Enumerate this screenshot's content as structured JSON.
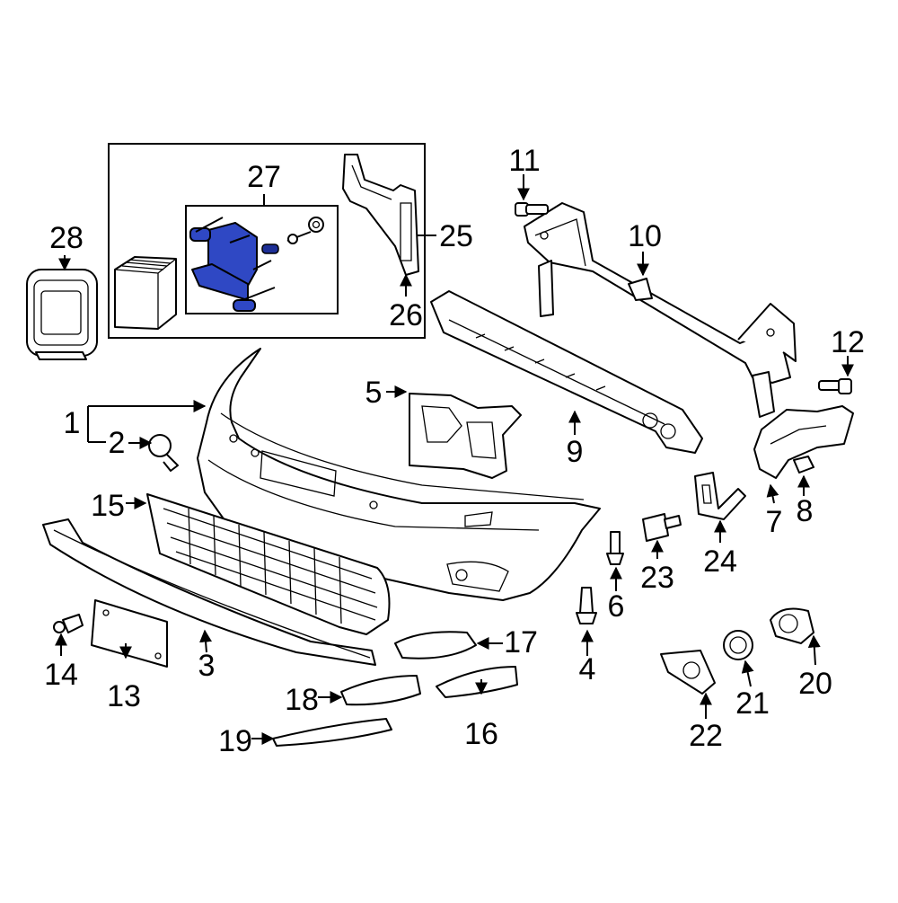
{
  "callouts": [
    {
      "label": "1"
    },
    {
      "label": "2"
    },
    {
      "label": "3"
    },
    {
      "label": "4"
    },
    {
      "label": "5"
    },
    {
      "label": "6"
    },
    {
      "label": "7"
    },
    {
      "label": "8"
    },
    {
      "label": "9"
    },
    {
      "label": "10"
    },
    {
      "label": "11"
    },
    {
      "label": "12"
    },
    {
      "label": "13"
    },
    {
      "label": "14"
    },
    {
      "label": "15"
    },
    {
      "label": "16"
    },
    {
      "label": "17"
    },
    {
      "label": "18"
    },
    {
      "label": "19"
    },
    {
      "label": "20"
    },
    {
      "label": "21"
    },
    {
      "label": "22"
    },
    {
      "label": "23"
    },
    {
      "label": "24"
    },
    {
      "label": "25"
    },
    {
      "label": "26"
    },
    {
      "label": "27"
    },
    {
      "label": "28"
    }
  ],
  "colors": {
    "line": "#000000",
    "highlight": "#2f48c4",
    "background": "#ffffff"
  },
  "highlighted_part": "27"
}
